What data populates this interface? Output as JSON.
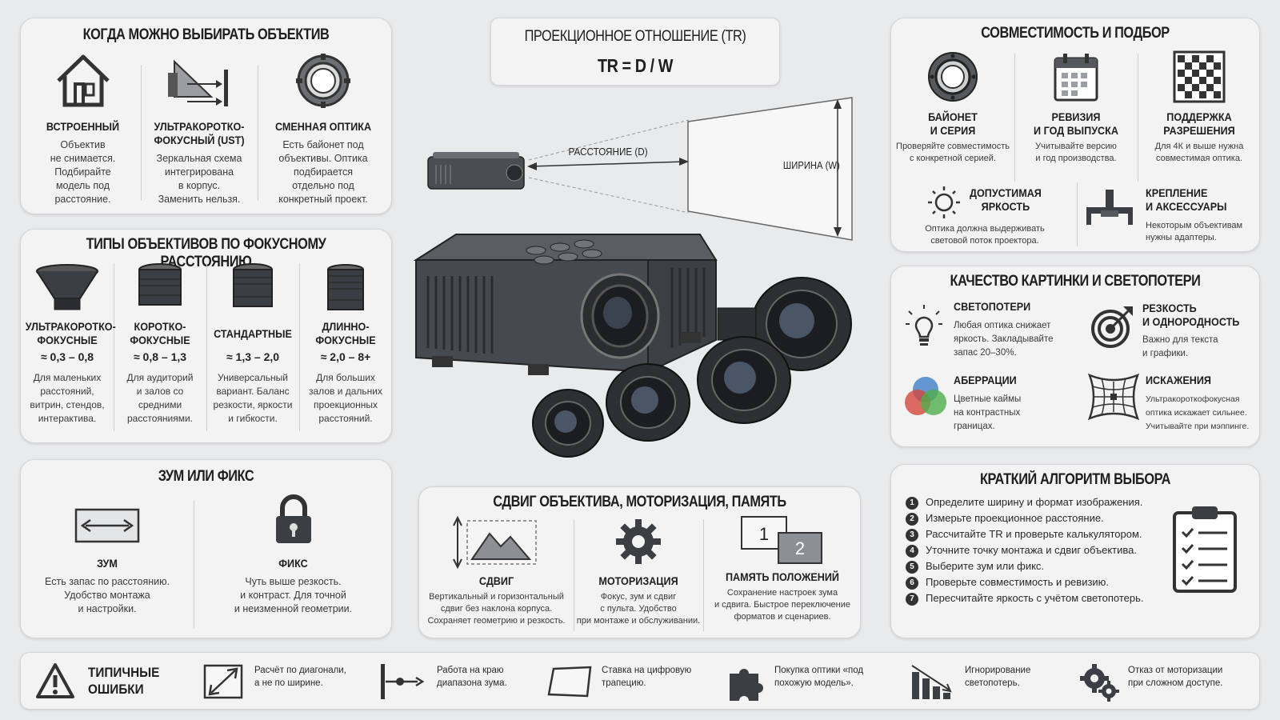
{
  "when": {
    "title": "КОГДА МОЖНО ВЫБИРАТЬ ОБЪЕКТИВ",
    "items": [
      {
        "title": "ВСТРОЕННЫЙ",
        "text": "Объектив\nне снимается.\nПодбирайте\nмодель под\nрасстояние.",
        "icon": "house-icon"
      },
      {
        "title": "УЛЬТРАКОРОТКО-\nФОКУСНЫЙ (UST)",
        "text": "Зеркальная схема\nинтегрирована\nв корпус.\nЗаменить нельзя.",
        "icon": "mirror-projector-icon"
      },
      {
        "title": "СМЕННАЯ ОПТИКА",
        "text": "Есть байонет под\nобъективы. Оптика\nподбирается\nотдельно под\nконкретный проект.",
        "icon": "lens-mount-icon"
      }
    ]
  },
  "tr": {
    "title": "ПРОЕКЦИОННОЕ ОТНОШЕНИЕ (TR)",
    "formula": "TR = D / W"
  },
  "diagram": {
    "distance_label": "РАССТОЯНИЕ (D)",
    "width_label": "ШИРИНА (W)"
  },
  "types": {
    "title": "ТИПЫ ОБЪЕКТИВОВ ПО ФОКУСНОМУ РАССТОЯНИЮ",
    "items": [
      {
        "title": "УЛЬТРАКОРОТКО-\nФОКУСНЫЕ",
        "range": "≈ 0,3 – 0,8",
        "text": "Для маленьких\nрасстояний,\nвитрин, стендов,\nинтерактива."
      },
      {
        "title": "КОРОТКО-\nФОКУСНЫЕ",
        "range": "≈ 0,8 – 1,3",
        "text": "Для аудиторий\nи залов со\nсредними\nрасстояниями."
      },
      {
        "title": "СТАНДАРТНЫЕ",
        "range": "≈ 1,3 – 2,0",
        "text": "Универсальный\nвариант. Баланс\nрезкости, яркости\nи гибкости."
      },
      {
        "title": "ДЛИННО-\nФОКУСНЫЕ",
        "range": "≈ 2,0 – 8+",
        "text": "Для больших\nзалов и дальних\nпроекционных\nрасстояний."
      }
    ]
  },
  "zoom": {
    "title": "ЗУМ ИЛИ ФИКС",
    "items": [
      {
        "title": "ЗУМ",
        "text": "Есть запас по расстоянию.\nУдобство монтажа\nи настройки.",
        "icon": "zoom-arrows-icon"
      },
      {
        "title": "ФИКС",
        "text": "Чуть выше резкость.\nи контраст. Для точной\nи неизменной геометрии.",
        "icon": "lock-icon"
      }
    ]
  },
  "shift": {
    "title": "СДВИГ ОБЪЕКТИВА, МОТОРИЗАЦИЯ, ПАМЯТЬ",
    "items": [
      {
        "title": "СДВИГ",
        "text": "Вертикальный и горизонтальный\nсдвиг без наклона корпуса.\nСохраняет геометрию и резкость.",
        "icon": "lens-shift-icon"
      },
      {
        "title": "МОТОРИЗАЦИЯ",
        "text": "Фокус, зум и сдвиг\nс пульта. Удобство\nпри монтаже и обслуживании.",
        "icon": "gear-icon"
      },
      {
        "title": "ПАМЯТЬ ПОЛОЖЕНИЙ",
        "text": "Сохранение настроек зума\nи сдвига. Быстрое переключение\nформатов и сценариев.",
        "icon": "memory-presets-icon",
        "badge1": "1",
        "badge2": "2"
      }
    ]
  },
  "compat": {
    "title": "СОВМЕСТИМОСТЬ И ПОДБОР",
    "items": [
      {
        "title": "БАЙОНЕТ\nИ СЕРИЯ",
        "text": "Проверяйте совместимость\nс конкретной серией.",
        "icon": "bayonet-icon"
      },
      {
        "title": "РЕВИЗИЯ\nИ ГОД ВЫПУСКА",
        "text": "Учитывайте версию\nи год производства.",
        "icon": "calendar-icon"
      },
      {
        "title": "ПОДДЕРЖКА\nРАЗРЕШЕНИЯ",
        "text": "Для 4К и выше нужна\nсовместимая оптика.",
        "icon": "checkerboard-icon"
      },
      {
        "title": "ДОПУСТИМАЯ\nЯРКОСТЬ",
        "text": "Оптика должна выдерживать\nсветовой поток проектора.",
        "icon": "sun-icon"
      },
      {
        "title": "КРЕПЛЕНИЕ\nИ АКСЕССУАРЫ",
        "text": "Некоторым объективам\nнужны адаптеры.",
        "icon": "mount-bracket-icon"
      }
    ]
  },
  "quality": {
    "title": "КАЧЕСТВО КАРТИНКИ И СВЕТОПОТЕРИ",
    "items": [
      {
        "title": "СВЕТОПОТЕРИ",
        "text": "Любая оптика снижает\nяркость. Закладывайте\nзапас 20–30%.",
        "icon": "lightbulb-icon"
      },
      {
        "title": "РЕЗКОСТЬ\nИ ОДНОРОДНОСТЬ",
        "text": "Важно для текста\nи графики.",
        "icon": "target-icon"
      },
      {
        "title": "АБЕРРАЦИИ",
        "text": "Цветные каймы\nна контрастных\nграницах.",
        "icon": "rgb-circles-icon"
      },
      {
        "title": "ИСКАЖЕНИЯ",
        "text": "Ультракороткофокусная\nоптика искажает сильнее.\nУчитывайте при мэппинге.",
        "icon": "distortion-grid-icon"
      }
    ]
  },
  "algo": {
    "title": "КРАТКИЙ АЛГОРИТМ ВЫБОРА",
    "steps": [
      {
        "n": "1",
        "text": "Определите ширину и формат изображения."
      },
      {
        "n": "2",
        "text": "Измерьте проекционное расстояние."
      },
      {
        "n": "3",
        "text": "Рассчитайте TR и проверьте калькулятором."
      },
      {
        "n": "4",
        "text": "Уточните точку монтажа и сдвиг объектива."
      },
      {
        "n": "5",
        "text": "Выберите зум или фикс."
      },
      {
        "n": "6",
        "text": "Проверьте совместимость и ревизию."
      },
      {
        "n": "7",
        "text": "Пересчитайте яркость с учётом светопотерь."
      }
    ],
    "icon": "clipboard-checklist-icon"
  },
  "errors": {
    "title": "ТИПИЧНЫЕ\nОШИБКИ",
    "items": [
      {
        "text": "Расчёт по диагонали,\nа не по ширине.",
        "icon": "diagonal-arrow-icon"
      },
      {
        "text": "Работа на краю\nдиапазона зума.",
        "icon": "zoom-edge-icon"
      },
      {
        "text": "Ставка на цифровую\nтрапецию.",
        "icon": "keystone-icon"
      },
      {
        "text": "Покупка оптики «под\nпохожую модель».",
        "icon": "puzzle-icon"
      },
      {
        "text": "Игнорирование\nсветопотерь.",
        "icon": "falling-bars-icon"
      },
      {
        "text": "Отказ от моторизации\nпри сложном доступе.",
        "icon": "gears-icon"
      }
    ]
  },
  "colors": {
    "panel": "#f3f3f3",
    "background": "#e9eaeb",
    "ink": "#1e1e1e",
    "projector": "#3c3f44"
  }
}
